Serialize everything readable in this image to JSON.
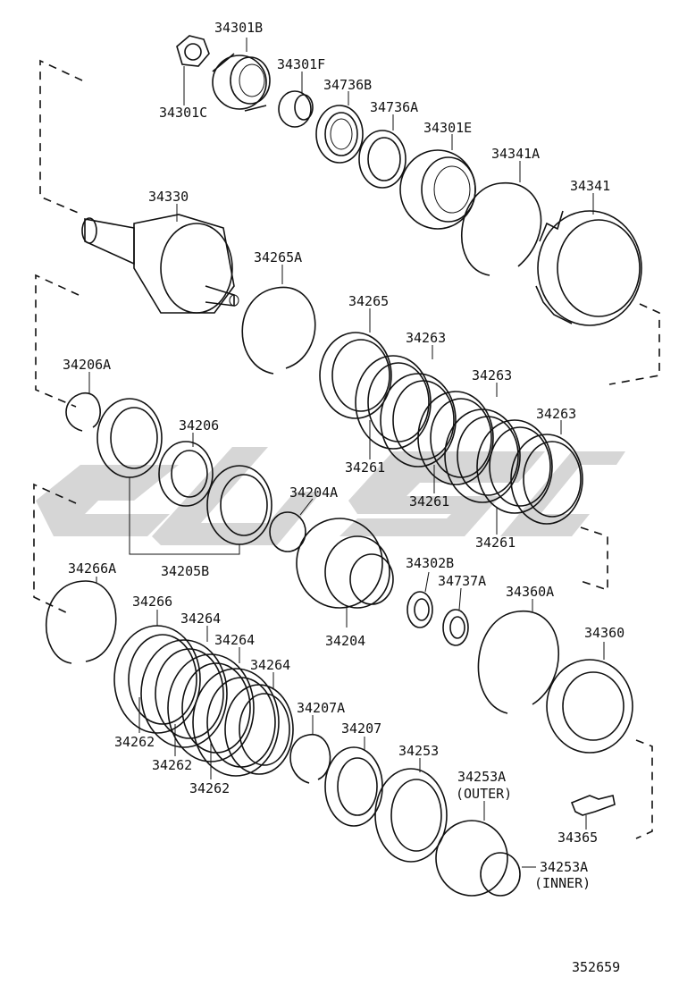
{
  "diagram_id": "352659",
  "parts": [
    {
      "code": "34301B"
    },
    {
      "code": "34301F"
    },
    {
      "code": "34301C"
    },
    {
      "code": "34736B"
    },
    {
      "code": "34736A"
    },
    {
      "code": "34301E"
    },
    {
      "code": "34341A"
    },
    {
      "code": "34341"
    },
    {
      "code": "34330"
    },
    {
      "code": "34265A"
    },
    {
      "code": "34265"
    },
    {
      "code": "34263"
    },
    {
      "code": "34263"
    },
    {
      "code": "34263"
    },
    {
      "code": "34206A"
    },
    {
      "code": "34206"
    },
    {
      "code": "34261"
    },
    {
      "code": "34261"
    },
    {
      "code": "34261"
    },
    {
      "code": "34204A"
    },
    {
      "code": "34205B"
    },
    {
      "code": "34266A"
    },
    {
      "code": "34266"
    },
    {
      "code": "34264"
    },
    {
      "code": "34264"
    },
    {
      "code": "34264"
    },
    {
      "code": "34302B"
    },
    {
      "code": "34737A"
    },
    {
      "code": "34360A"
    },
    {
      "code": "34360"
    },
    {
      "code": "34204"
    },
    {
      "code": "34262"
    },
    {
      "code": "34262"
    },
    {
      "code": "34262"
    },
    {
      "code": "34207A"
    },
    {
      "code": "34207"
    },
    {
      "code": "34253"
    },
    {
      "code": "34253A"
    },
    {
      "code": "(OUTER)"
    },
    {
      "code": "34365"
    },
    {
      "code": "34253A"
    },
    {
      "code": "(INNER)"
    }
  ]
}
